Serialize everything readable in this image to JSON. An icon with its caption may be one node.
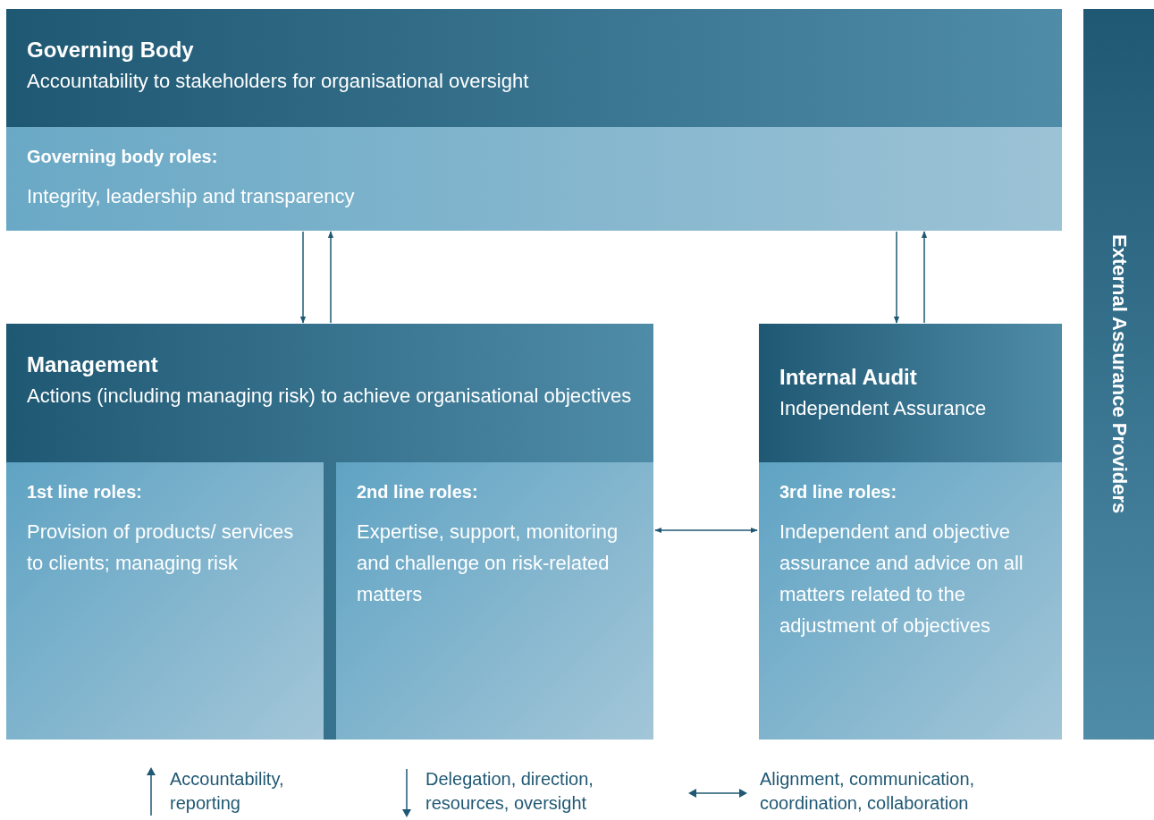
{
  "diagram": {
    "nodes": [
      {
        "text": [
          "Governing Body",
          "Accountability to stakeholders for organisational oversight"
        ]
      },
      {
        "text": [
          "Governing body roles:",
          "Integrity, leadership and transparency"
        ],
        "in": 0
      },
      {
        "text": [
          "Management",
          "Actions (including managing risk) to achieve organisational objectives"
        ]
      },
      {
        "text": [
          "1st line roles:",
          "Provision of products/ services to clients; managing risk"
        ],
        "in": 2
      },
      {
        "text": [
          "2nd line roles:",
          "Expertise, support, monitoring and challenge on risk-related matters"
        ],
        "in": 2
      },
      {
        "text": [
          "Internal Audit",
          "Independent Assurance"
        ]
      },
      {
        "text": [
          "3rd line roles:",
          "Independent and objective assurance and advice on all matters related to the adjustment of objectives"
        ],
        "in": 5
      },
      {
        "text": [
          "External Assurance Providers"
        ]
      }
    ],
    "edges": [
      {
        "from": 0,
        "to": 2,
        "arrow": "to"
      },
      {
        "from": 2,
        "to": 0,
        "arrow": "to"
      },
      {
        "from": 0,
        "to": 5,
        "arrow": "to"
      },
      {
        "from": 5,
        "to": 0,
        "arrow": "to"
      },
      {
        "from": 4,
        "to": 6,
        "arrow": "both"
      }
    ],
    "legend": [
      {
        "text": "Accountability, reporting"
      },
      {
        "text": "Delegation, direction, resources, oversight"
      },
      {
        "text": "Alignment, communication, coordination, collaboration"
      }
    ]
  }
}
